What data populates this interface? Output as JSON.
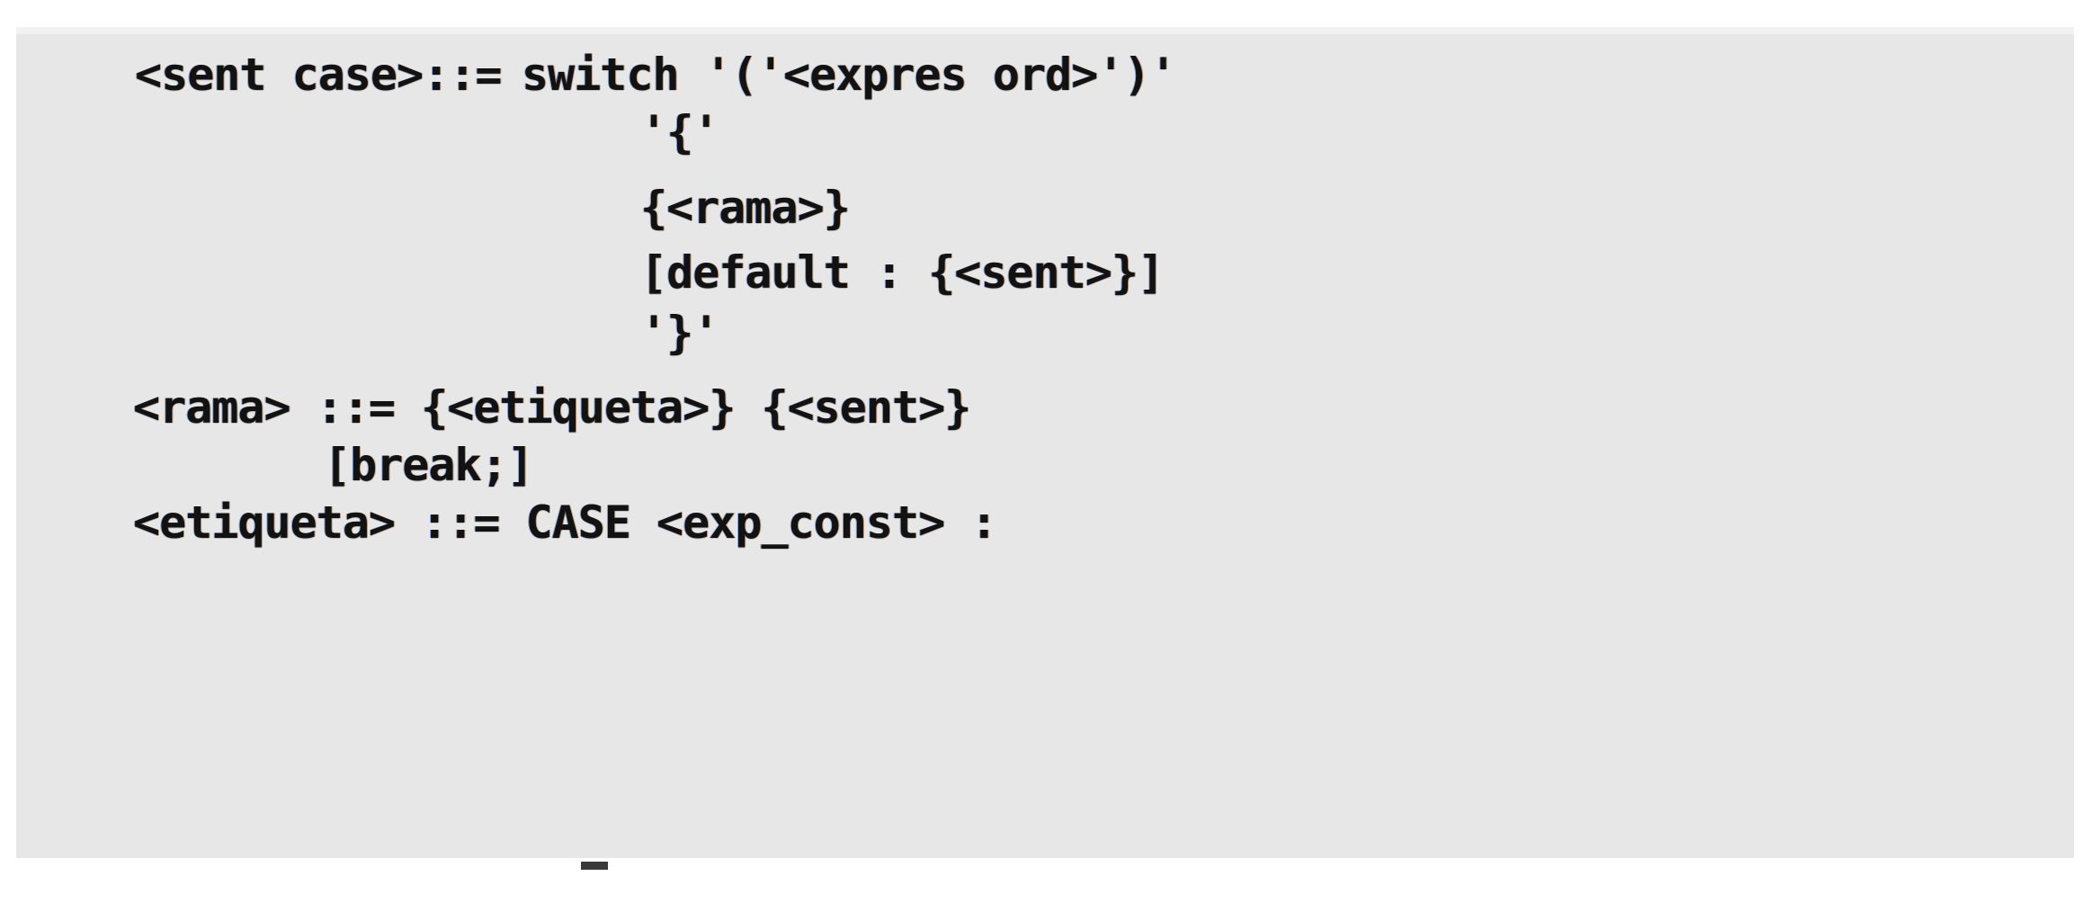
{
  "document": {
    "kind": "bnf-grammar-excerpt",
    "language_hint": "Spanish",
    "background_color": "#e7e7e7",
    "text_color": "#121212",
    "page_background": "#ffffff"
  },
  "grammar": {
    "rules": [
      {
        "id": "sent-case",
        "lhs": "<sent case>::=",
        "rhs_lines": [
          "switch '('<expres ord>')'",
          "'{'",
          "{<rama>}",
          "[default : {<sent>}]",
          "'}'"
        ]
      },
      {
        "id": "rama",
        "lhs": "<rama> ::=",
        "rhs_lines": [
          "{<etiqueta>} {<sent>}",
          "[break;]"
        ]
      },
      {
        "id": "etiqueta",
        "lhs": "<etiqueta> ::=",
        "rhs_lines": [
          "CASE <exp_const> :"
        ]
      }
    ],
    "lines": [
      {
        "indent": "none",
        "text": "<sent case>::="
      },
      {
        "indent": "rhs",
        "text": "switch '('<expres ord>')'"
      },
      {
        "indent": "rhs",
        "text": "'{'"
      },
      {
        "indent": "rhs",
        "text": "{<rama>}"
      },
      {
        "indent": "rhs",
        "text": "[default : {<sent>}]"
      },
      {
        "indent": "rhs",
        "text": "'}'"
      },
      {
        "indent": "none",
        "text": "<rama> ::= {<etiqueta>} {<sent>}"
      },
      {
        "indent": "medium",
        "text": "[break;]"
      },
      {
        "indent": "none",
        "text": "<etiqueta> ::= CASE <exp_const> :"
      }
    ]
  },
  "artifacts": {
    "bottom_mark_label": "underscore-scan-artifact"
  }
}
